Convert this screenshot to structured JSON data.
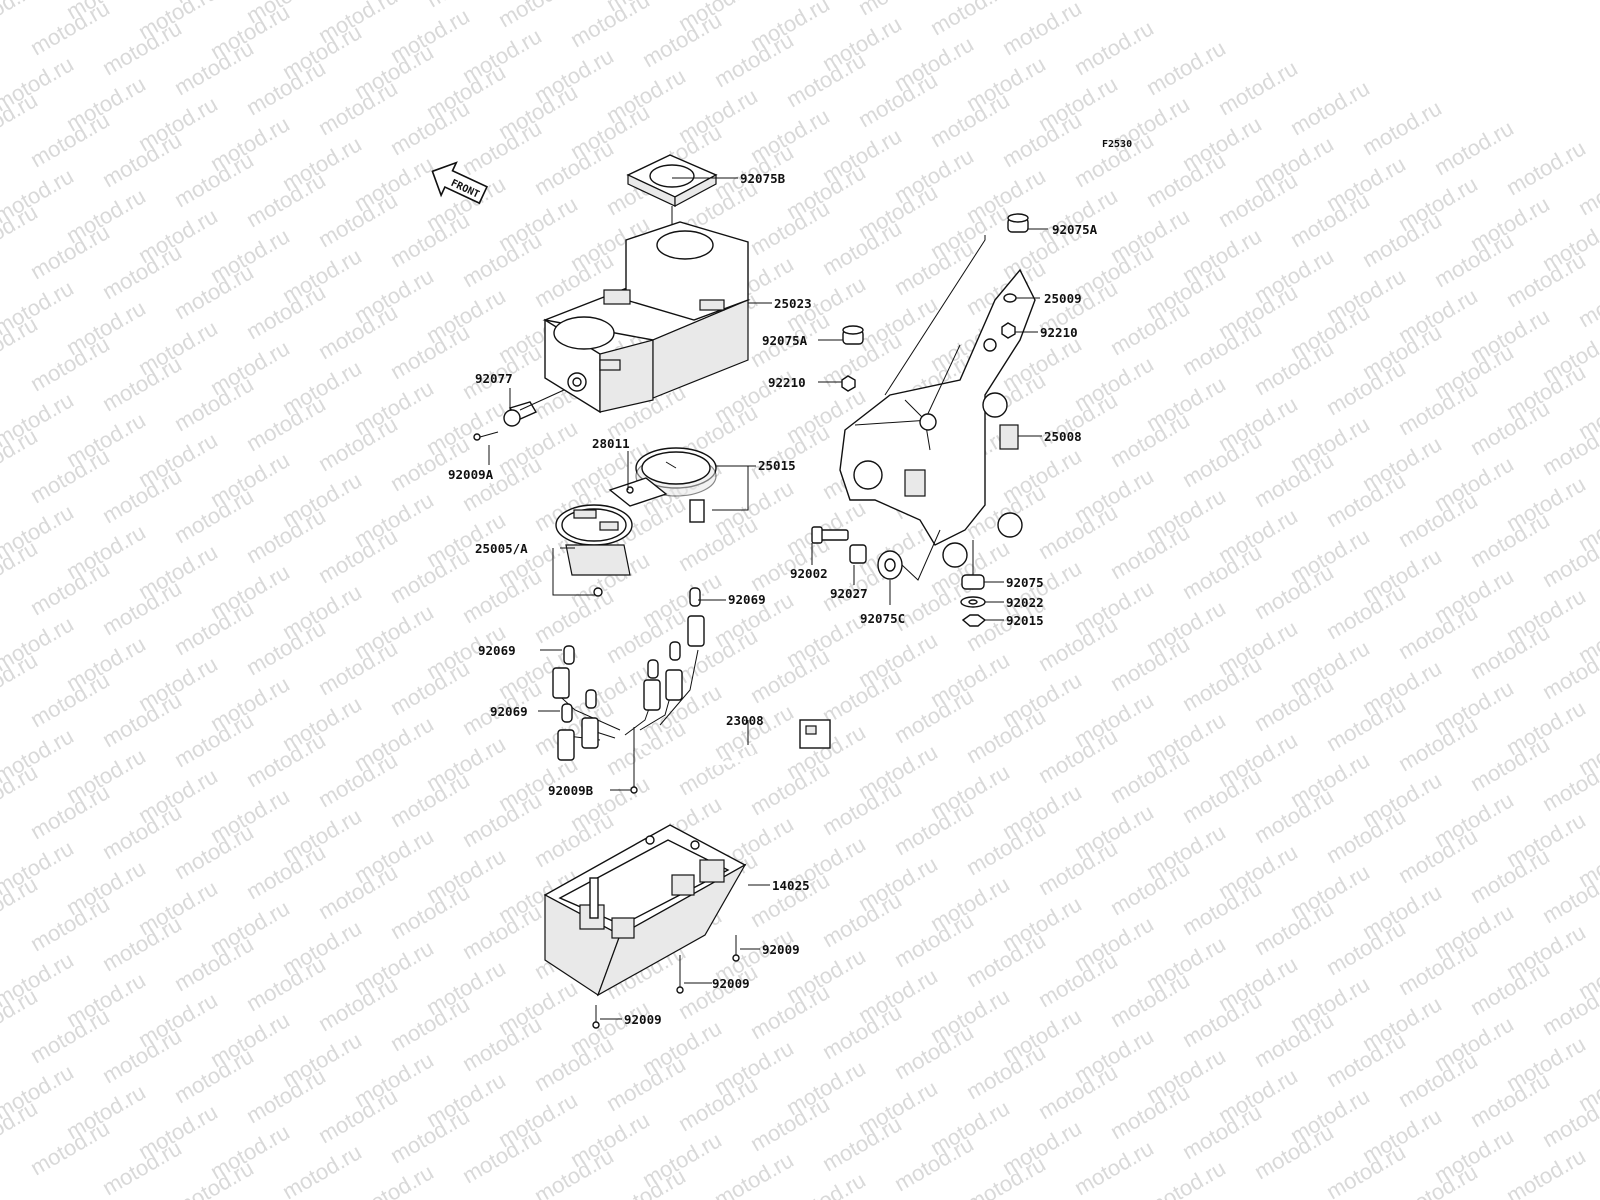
{
  "figure_code": "F2530",
  "front_arrow": {
    "text": "FRONT",
    "icon": "front-direction-arrow-icon"
  },
  "watermark": "motod.ru",
  "callouts": {
    "p92075B": "92075B",
    "p25023": "25023",
    "p92077": "92077",
    "p92009A": "92009A",
    "p28011": "28011",
    "p25015": "25015",
    "p25005A": "25005/A",
    "p92069_top": "92069",
    "p92069_left": "92069",
    "p92069_mid": "92069",
    "p23008": "23008",
    "p92009B": "92009B",
    "p14025": "14025",
    "p92009_a": "92009",
    "p92009_b": "92009",
    "p92009_c": "92009",
    "p92075A_top": "92075A",
    "p25009": "25009",
    "p92210_right": "92210",
    "p92075A_left": "92075A",
    "p92210_left": "92210",
    "p25008": "25008",
    "p92002": "92002",
    "p92027": "92027",
    "p92075C": "92075C",
    "p92075": "92075",
    "p92022": "92022",
    "p92015": "92015"
  }
}
